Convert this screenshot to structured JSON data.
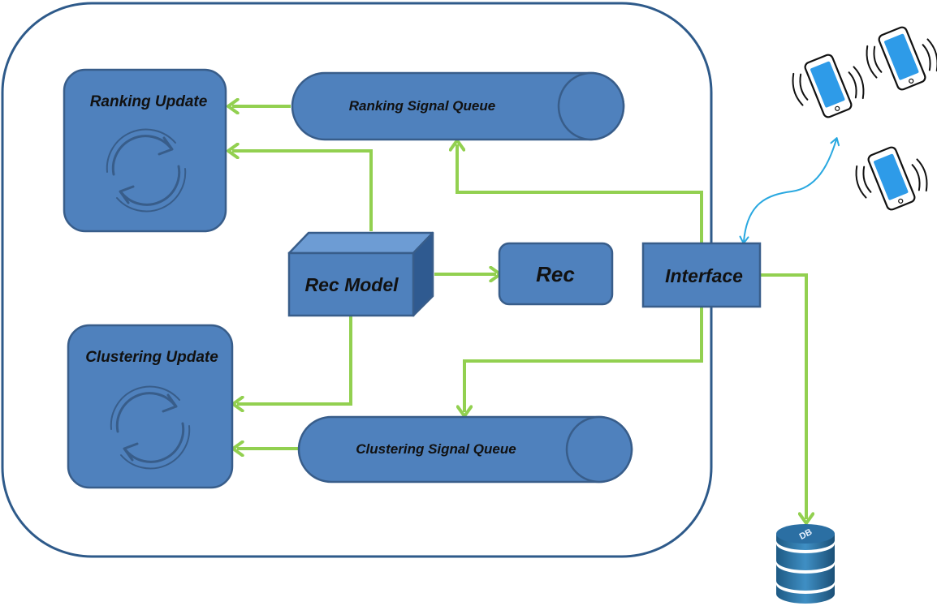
{
  "nodes": {
    "ranking_update": {
      "label": "Ranking Update",
      "icon": "refresh-cycle-icon"
    },
    "clustering_update": {
      "label": "Clustering Update",
      "icon": "refresh-cycle-icon"
    },
    "ranking_queue": {
      "label": "Ranking Signal Queue",
      "shape": "cylinder"
    },
    "clustering_queue": {
      "label": "Clustering Signal Queue",
      "shape": "cylinder"
    },
    "rec_model": {
      "label": "Rec Model",
      "shape": "cube"
    },
    "rec": {
      "label": "Rec"
    },
    "interface": {
      "label": "Interface"
    },
    "db": {
      "label": "DB",
      "icon": "database-icon"
    },
    "phones": {
      "icon": "smartphone-vibrating-icon",
      "count": 3
    }
  },
  "edges": [
    {
      "from": "ranking_queue",
      "to": "ranking_update"
    },
    {
      "from": "rec_model",
      "to": "ranking_update"
    },
    {
      "from": "interface",
      "to": "ranking_queue"
    },
    {
      "from": "rec_model",
      "to": "rec"
    },
    {
      "from": "rec_model",
      "to": "clustering_update"
    },
    {
      "from": "interface",
      "to": "clustering_queue"
    },
    {
      "from": "clustering_queue",
      "to": "clustering_update"
    },
    {
      "from": "interface",
      "to": "db"
    },
    {
      "from": "interface",
      "to": "phones",
      "bidirectional": true
    }
  ],
  "colors": {
    "box_fill": "#4f81bd",
    "box_stroke": "#385d8a",
    "arrow": "#92d050",
    "link": "#29a8e0",
    "container": "#2e5a8a",
    "phone_screen": "#2e9be8"
  }
}
